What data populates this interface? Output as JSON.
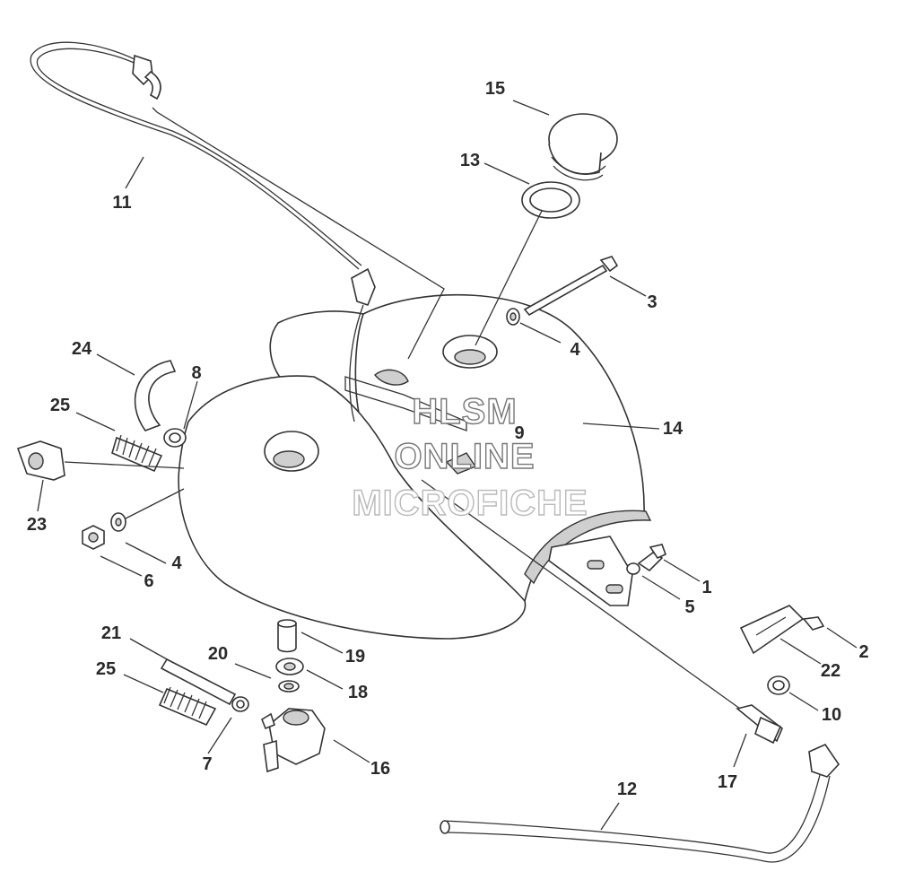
{
  "watermark": {
    "line1": "HLSM",
    "line2": "ONLINE",
    "line3": "MICROFICHE"
  },
  "labels": {
    "l1": "1",
    "l2": "2",
    "l3": "3",
    "l4a": "4",
    "l4b": "4",
    "l5": "5",
    "l6": "6",
    "l7": "7",
    "l8": "8",
    "l9": "9",
    "l10": "10",
    "l11": "11",
    "l12": "12",
    "l13": "13",
    "l14": "14",
    "l15": "15",
    "l16": "16",
    "l17": "17",
    "l18": "18",
    "l19": "19",
    "l20": "20",
    "l21": "21",
    "l22": "22",
    "l23": "23",
    "l24": "24",
    "l25a": "25",
    "l25b": "25"
  }
}
